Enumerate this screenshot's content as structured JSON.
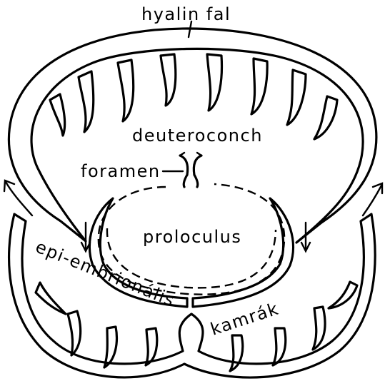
{
  "labels": {
    "hyaline_wall": "hyalin fal",
    "deuteroconch": "deuteroconch",
    "foramen": "foramen",
    "proloculus": "proloculus",
    "embryonic_line1": "epi-embrionális",
    "embryonic_line2": "kamrák"
  },
  "colors": {
    "ink": "#000000",
    "background": "#ffffff",
    "stipple": "#000000"
  }
}
